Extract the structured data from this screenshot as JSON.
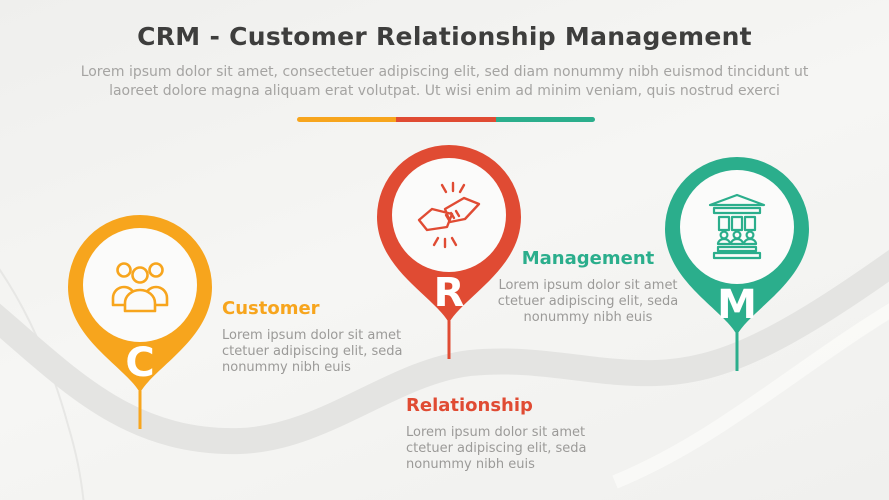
{
  "header": {
    "title": "CRM - Customer Relationship Management",
    "subtitle": "Lorem ipsum dolor sit amet, consectetuer adipiscing elit, sed diam nonummy nibh euismod tincidunt ut\nlaoreet dolore magna aliquam erat volutpat. Ut wisi enim ad minim veniam, quis nostrud exerci"
  },
  "divider": {
    "colors": [
      "#F7A51D",
      "#E04B33",
      "#2BAE8C"
    ]
  },
  "items": [
    {
      "letter": "C",
      "label": "Customer",
      "color": "#F7A51D",
      "icon": "people-group-icon",
      "description": "Lorem ipsum dolor sit amet\nctetuer adipiscing elit, seda\nnonummy nibh euis"
    },
    {
      "letter": "R",
      "label": "Relationship",
      "color": "#E04B33",
      "icon": "handshake-icon",
      "description": "Lorem ipsum dolor sit amet\nctetuer adipiscing elit, seda\nnonummy nibh euis"
    },
    {
      "letter": "M",
      "label": "Management",
      "color": "#2BAE8C",
      "icon": "bank-building-icon",
      "description": "Lorem ipsum dolor sit amet\nctetuer adipiscing elit, seda\nnonummy nibh euis"
    }
  ],
  "background": {
    "wave_color": "#E4E4E2",
    "base_color": "#F3F3F1"
  }
}
